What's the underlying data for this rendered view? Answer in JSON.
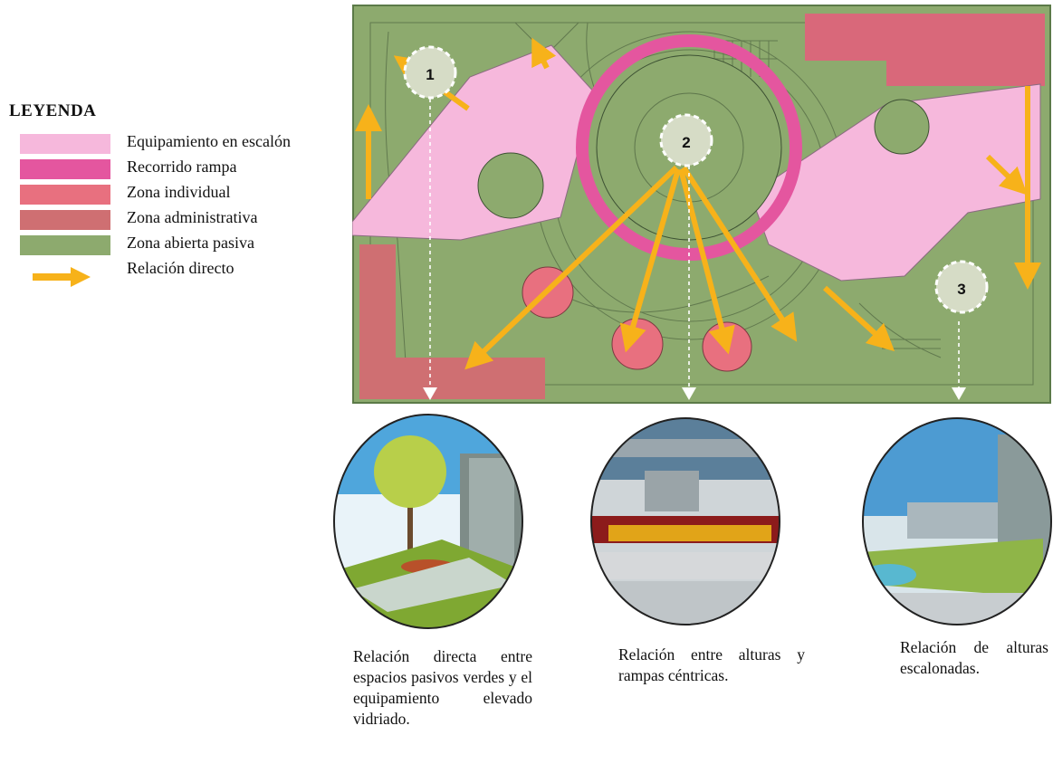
{
  "legend": {
    "title": "LEYENDA",
    "items": [
      {
        "label": "Equipamiento en escalón",
        "color": "#f6b8dc",
        "kind": "swatch"
      },
      {
        "label": "Recorrido rampa",
        "color": "#e4569f",
        "kind": "swatch"
      },
      {
        "label": "Zona individual",
        "color": "#e8707f",
        "kind": "swatch"
      },
      {
        "label": "Zona administrativa",
        "color": "#cf6f72",
        "kind": "swatch"
      },
      {
        "label": "Zona abierta pasiva",
        "color": "#8daa6e",
        "kind": "swatch"
      },
      {
        "label": "Relación directo",
        "color": "#f7b21a",
        "kind": "arrow"
      }
    ]
  },
  "markers": [
    "1",
    "2",
    "3"
  ],
  "captions": [
    "Relación directa entre espacios pasivos verdes y el equipamiento elevado vidriado.",
    "Relación entre alturas y rampas céntricas.",
    "Relación de alturas escalonadas."
  ]
}
